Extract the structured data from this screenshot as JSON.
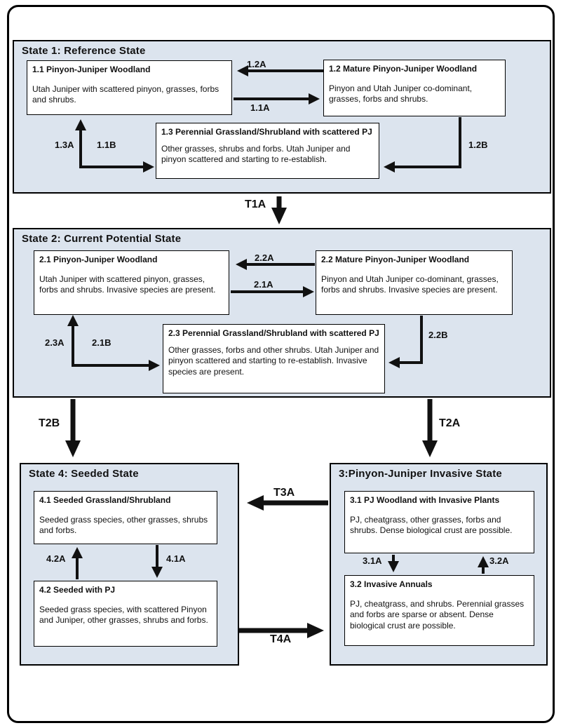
{
  "colors": {
    "panel_bg": "#dce4ee",
    "node_bg": "#ffffff",
    "line": "#111111"
  },
  "states": {
    "s1": {
      "title": "State 1: Reference State",
      "b1": {
        "title": "1.1 Pinyon-Juniper Woodland",
        "body": "Utah Juniper with scattered pinyon, grasses, forbs and shrubs."
      },
      "b2": {
        "title": "1.2 Mature Pinyon-Juniper Woodland",
        "body": "Pinyon and Utah Juniper co-dominant, grasses, forbs and shrubs."
      },
      "b3": {
        "title": "1.3 Perennial Grassland/Shrubland with scattered PJ",
        "body": "Other grasses, shrubs and forbs.  Utah Juniper and pinyon scattered and starting to re-establish."
      },
      "pathways": {
        "a12A": "1.2A",
        "a11A": "1.1A",
        "a13A": "1.3A",
        "a11B": "1.1B",
        "a12B": "1.2B"
      }
    },
    "s2": {
      "title": "State 2: Current Potential State",
      "b1": {
        "title": "2.1 Pinyon-Juniper Woodland",
        "body": "Utah Juniper with scattered pinyon, grasses, forbs and shrubs.  Invasive species are present."
      },
      "b2": {
        "title": "2.2 Mature Pinyon-Juniper Woodland",
        "body": "Pinyon and Utah Juniper co-dominant, grasses, forbs and shrubs.  Invasive species are present."
      },
      "b3": {
        "title": "2.3 Perennial Grassland/Shrubland with scattered PJ",
        "body": "Other grasses, forbs and other shrubs.  Utah Juniper and pinyon scattered and starting to re-establish. Invasive species are present."
      },
      "pathways": {
        "a22A": "2.2A",
        "a21A": "2.1A",
        "a23A": "2.3A",
        "a21B": "2.1B",
        "a22B": "2.2B"
      }
    },
    "s4": {
      "title": "State 4: Seeded State",
      "b1": {
        "title": "4.1 Seeded Grassland/Shrubland",
        "body": "Seeded grass species, other grasses, shrubs and forbs."
      },
      "b2": {
        "title": "4.2 Seeded  with PJ",
        "body": "Seeded grass species, with scattered Pinyon and Juniper, other grasses, shrubs and forbs."
      },
      "pathways": {
        "a42A": "4.2A",
        "a41A": "4.1A"
      }
    },
    "s3": {
      "title": "3:Pinyon-Juniper Invasive State",
      "b1": {
        "title": "3.1 PJ Woodland with Invasive Plants",
        "body": "PJ, cheatgrass, other grasses, forbs and shrubs.  Dense biological crust are possible."
      },
      "b2": {
        "title": "3.2 Invasive  Annuals",
        "body": "PJ, cheatgrass,  and shrubs.  Perennial grasses and forbs are sparse or absent. Dense biological crust are possible."
      },
      "pathways": {
        "a31A": "3.1A",
        "a32A": "3.2A"
      }
    }
  },
  "transitions": {
    "t1A": "T1A",
    "t2B": "T2B",
    "t2A": "T2A",
    "t3A": "T3A",
    "t4A": "T4A"
  }
}
